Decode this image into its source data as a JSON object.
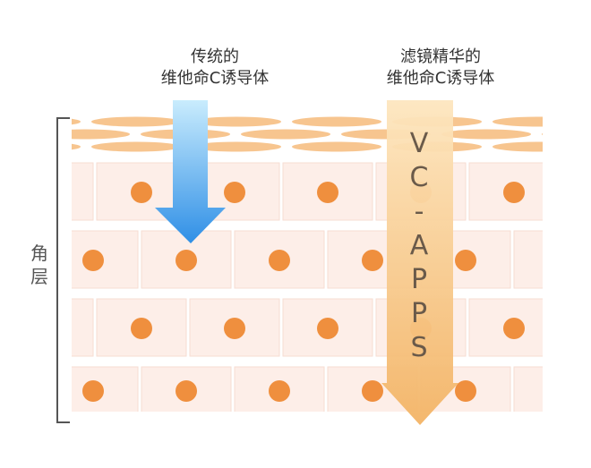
{
  "labels": {
    "traditional_line1": "传统的",
    "traditional_line2": "维他命C诱导体",
    "vcapps_line1": "滤镜精华的",
    "vcapps_line2": "维他命C诱导体",
    "layer": "角层"
  },
  "arrow_text": [
    "V",
    "C",
    "-",
    "A",
    "P",
    "P",
    "S"
  ],
  "colors": {
    "cell_fill": "#fdeee8",
    "cell_stroke": "#f6dcd2",
    "nucleus": "#ef8f3e",
    "top_layer": "#f7c58f",
    "blue_arrow_top": "#bfe6fb",
    "blue_arrow_bottom": "#2f8fe6",
    "orange_arrow_top": "#fbdca9",
    "orange_arrow_bottom": "#f3b466",
    "bracket": "#555555"
  }
}
